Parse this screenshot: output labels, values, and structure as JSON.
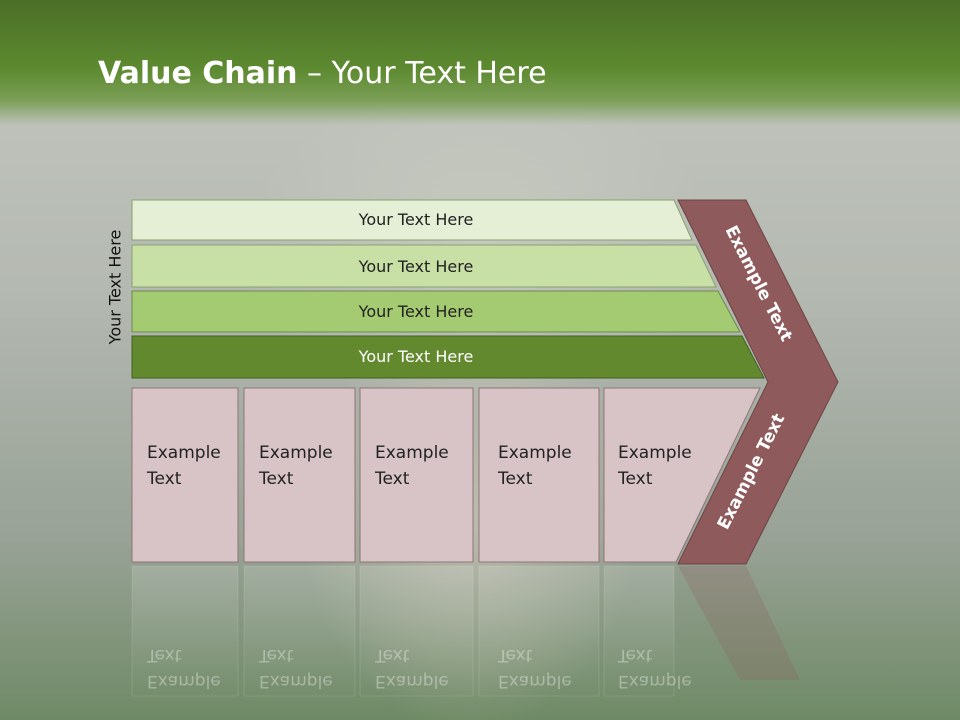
{
  "slide": {
    "title_bold": "Value Chain",
    "title_rest": " – Your Text Here",
    "side_label": "Your Text Here"
  },
  "bars": [
    {
      "label": "Your Text Here",
      "fill": "#e4efd6",
      "text_color": "#222222"
    },
    {
      "label": "Your Text Here",
      "fill": "#c8e0a6",
      "text_color": "#222222"
    },
    {
      "label": "Your Text Here",
      "fill": "#a4cb72",
      "text_color": "#222222"
    },
    {
      "label": "Your Text Here",
      "fill": "#63892f",
      "text_color": "#ffffff"
    }
  ],
  "cells": [
    {
      "line1": "Example",
      "line2": "Text"
    },
    {
      "line1": "Example",
      "line2": "Text"
    },
    {
      "line1": "Example",
      "line2": "Text"
    },
    {
      "line1": "Example",
      "line2": "Text"
    },
    {
      "line1": "Example",
      "line2": "Text"
    }
  ],
  "arrow": {
    "upper_label": "Example Text",
    "lower_label": "Example Text",
    "fill": "#8e5a5b"
  },
  "colors": {
    "cell_fill": "#d8c3c6",
    "banner": "#5d8a30"
  }
}
